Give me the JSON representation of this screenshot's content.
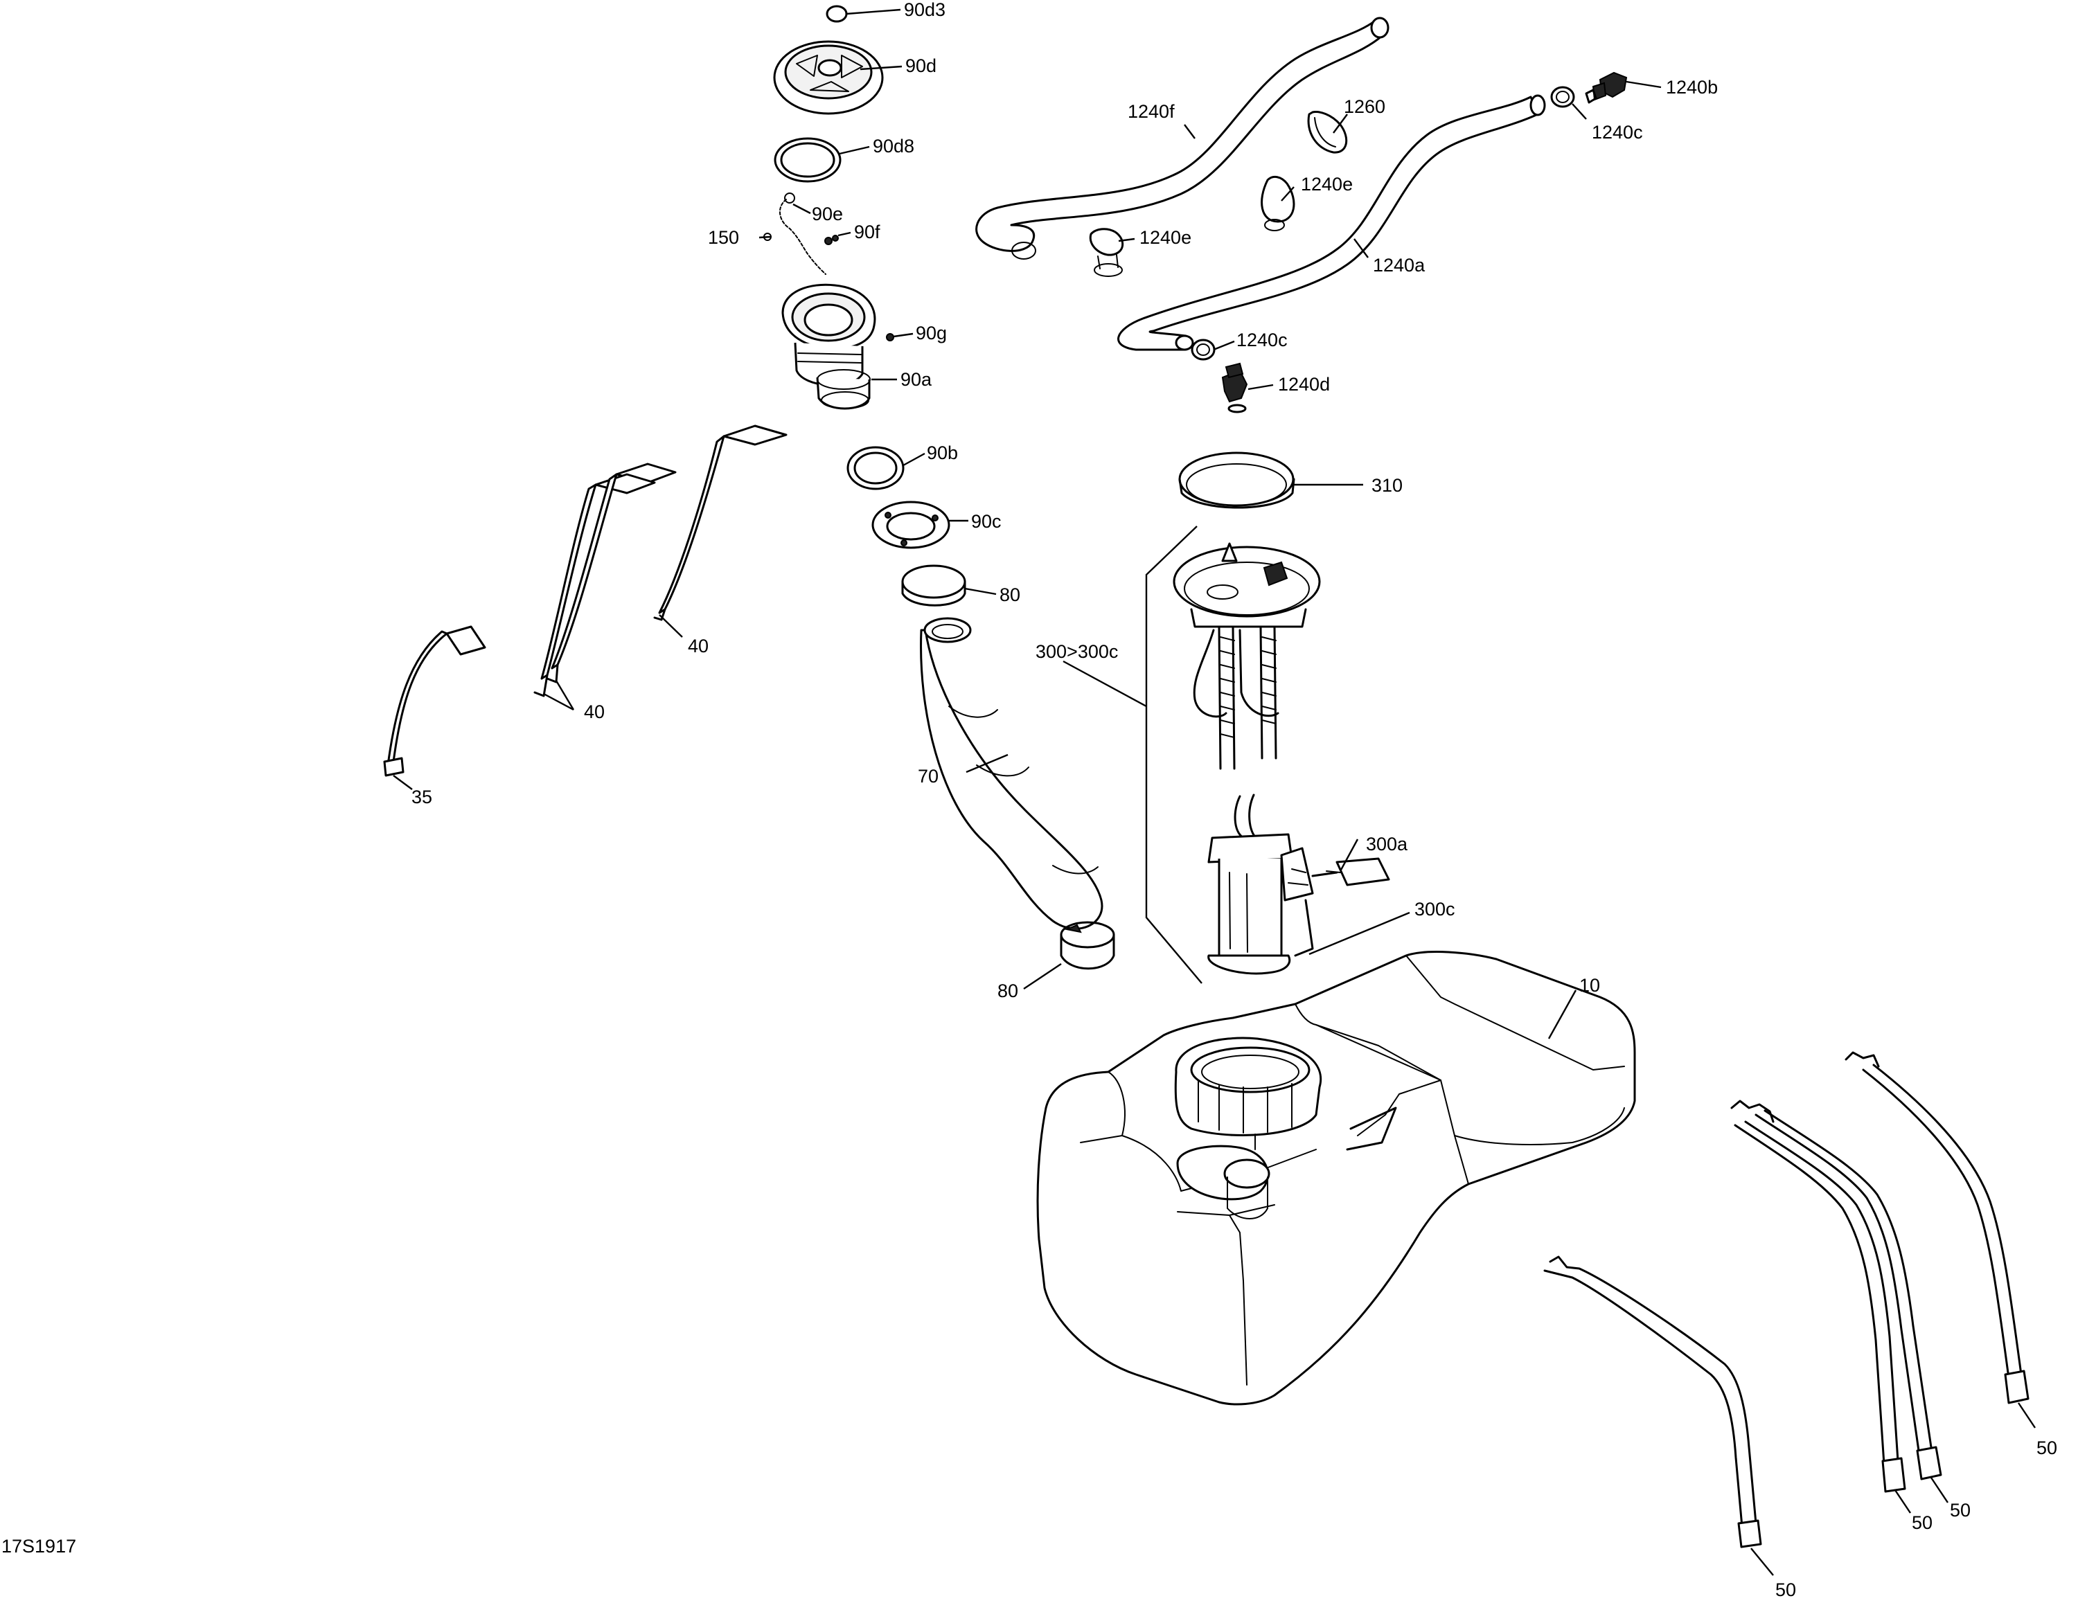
{
  "drawing_id": "17S1917",
  "callouts": {
    "c90d3": "90d3",
    "c90d": "90d",
    "c90d8": "90d8",
    "c90e": "90e",
    "c90f": "90f",
    "c150": "150",
    "c90g": "90g",
    "c90a": "90a",
    "c90b": "90b",
    "c90c": "90c",
    "c80_top": "80",
    "c70": "70",
    "c80_bottom": "80",
    "c40_right": "40",
    "c40_left": "40",
    "c35": "35",
    "c1240f": "1240f",
    "c1260": "1260",
    "c1240b": "1240b",
    "c1240c_top": "1240c",
    "c1240e_right": "1240e",
    "c1240e_left": "1240e",
    "c1240a": "1240a",
    "c1240c_bottom": "1240c",
    "c1240d": "1240d",
    "c310": "310",
    "c300": "300>300c",
    "c300a": "300a",
    "c300c": "300c",
    "c10": "10",
    "c50_a": "50",
    "c50_b": "50",
    "c50_c": "50",
    "c50_d": "50"
  }
}
